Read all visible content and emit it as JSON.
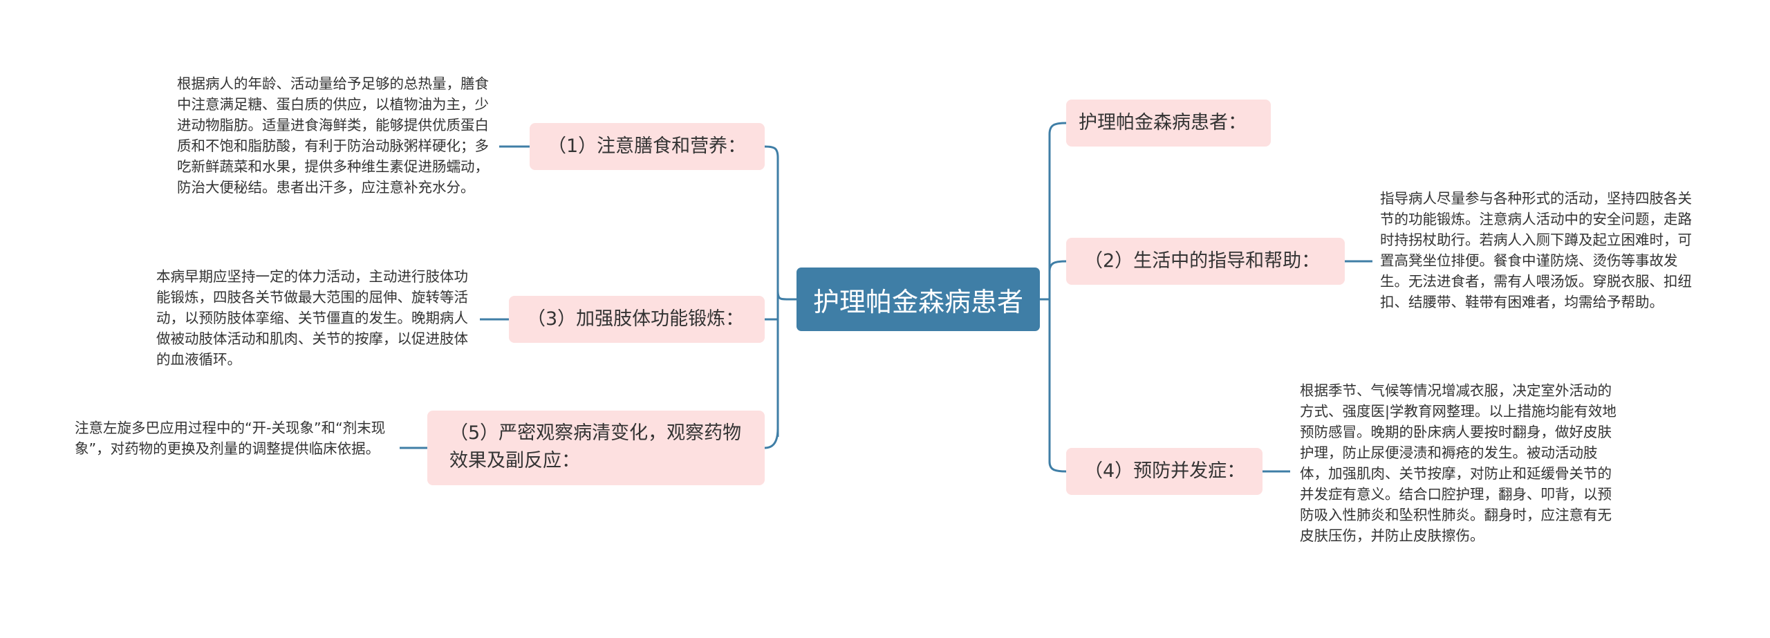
{
  "central": {
    "title": "护理帕金森病患者"
  },
  "left": [
    {
      "label": "（1）注意膳食和营养：",
      "detail": "根据病人的年龄、活动量给予足够的总热量，膳食中注意满足糖、蛋白质的供应，以植物油为主，少进动物脂肪。适量进食海鲜类，能够提供优质蛋白质和不饱和脂肪酸，有利于防治动脉粥样硬化；多吃新鲜蔬菜和水果，提供多种维生素促进肠蠕动，防治大便秘结。患者出汗多，应注意补充水分。"
    },
    {
      "label": "（3）加强肢体功能锻炼：",
      "detail": "本病早期应坚持一定的体力活动，主动进行肢体功能锻炼，四肢各关节做最大范围的屈伸、旋转等活动，以预防肢体挛缩、关节僵直的发生。晚期病人做被动肢体活动和肌肉、关节的按摩，以促进肢体的血液循环。"
    },
    {
      "label": "（5）严密观察病清变化，观察药物效果及副反应：",
      "detail": "注意左旋多巴应用过程中的“开-关现象”和“剂末现象”，对药物的更换及剂量的调整提供临床依据。"
    }
  ],
  "right": [
    {
      "label": "护理帕金森病患者："
    },
    {
      "label": "（2）生活中的指导和帮助：",
      "detail": "指导病人尽量参与各种形式的活动，坚持四肢各关节的功能锻炼。注意病人活动中的安全问题，走路时持拐杖助行。若病人入厕下蹲及起立困难时，可置高凳坐位排便。餐食中谨防烧、烫伤等事故发生。无法进食者，需有人喂汤饭。穿脱衣服、扣纽扣、结腰带、鞋带有困难者，均需给予帮助。"
    },
    {
      "label": "（4）预防并发症：",
      "detail": "根据季节、气候等情况增减衣服，决定室外活动的方式、强度医|学教育网整理。以上措施均能有效地预防感冒。晚期的卧床病人要按时翻身，做好皮肤护理，防止尿便浸渍和褥疮的发生。被动活动肢体，加强肌肉、关节按摩，对防止和延缓骨关节的并发症有意义。结合口腔护理，翻身、叩背，以预防吸入性肺炎和坠积性肺炎。翻身时，应注意有无皮肤压伤，并防止皮肤擦伤。"
    }
  ],
  "colors": {
    "central_bg": "#3f7ea6",
    "branch_bg": "#fde0e0",
    "connector": "#3f7ea6",
    "text": "#333333"
  }
}
